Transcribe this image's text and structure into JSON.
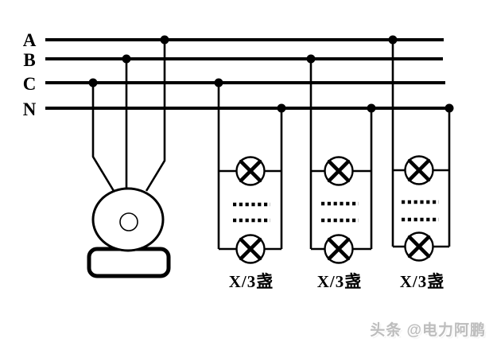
{
  "diagram": {
    "phases": [
      {
        "label": "A"
      },
      {
        "label": "B"
      },
      {
        "label": "C"
      },
      {
        "label": "N"
      }
    ],
    "motor": {
      "symbol": "three-phase-machine",
      "connected_phases": [
        "C",
        "B",
        "A"
      ]
    },
    "lamp_groups": [
      {
        "label": "X/3盏",
        "phase": "C",
        "neutral": "N",
        "lamps_shown": 2,
        "ellipsis_rows": 2
      },
      {
        "label": "X/3盏",
        "phase": "B",
        "neutral": "N",
        "lamps_shown": 2,
        "ellipsis_rows": 2
      },
      {
        "label": "X/3盏",
        "phase": "A",
        "neutral": "N",
        "lamps_shown": 2,
        "ellipsis_rows": 2
      }
    ],
    "watermark": "头条 @电力阿鹏"
  },
  "colors": {
    "line": "#000000",
    "background": "#ffffff",
    "watermark": "#bdbdbd"
  }
}
